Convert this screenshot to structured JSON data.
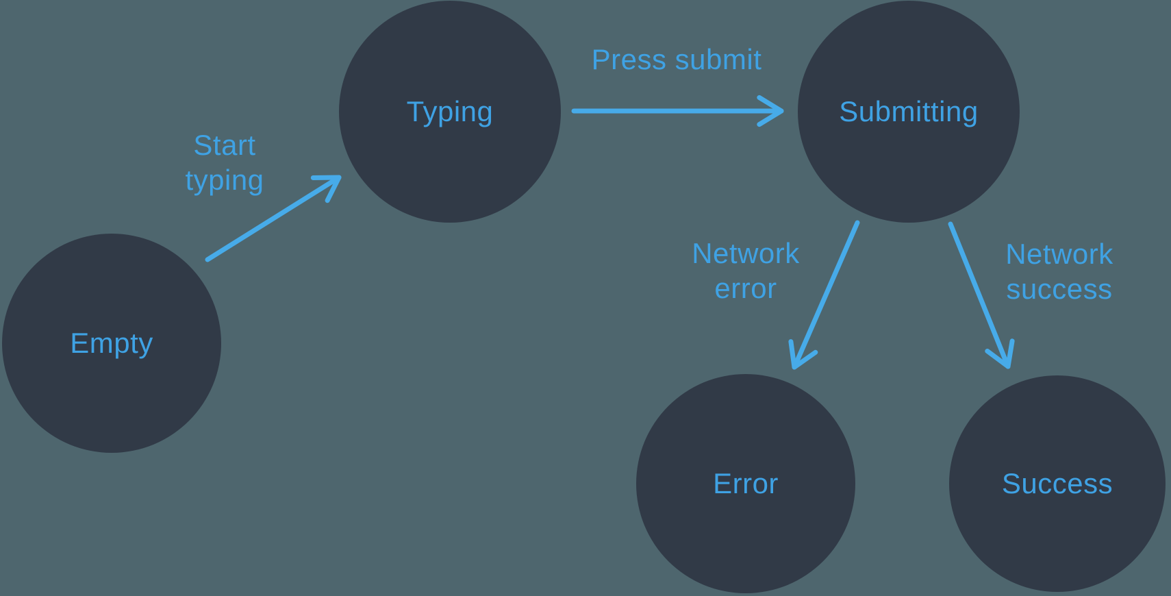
{
  "diagram": {
    "type": "state-machine",
    "colors": {
      "background": "#4e666e",
      "node_fill": "#313a47",
      "label_blue": "#3fa2e4",
      "arrow_blue": "#47abe9"
    },
    "nodes": [
      {
        "id": "empty",
        "label": "Empty"
      },
      {
        "id": "typing",
        "label": "Typing"
      },
      {
        "id": "submitting",
        "label": "Submitting"
      },
      {
        "id": "error",
        "label": "Error"
      },
      {
        "id": "success",
        "label": "Success"
      }
    ],
    "edges": [
      {
        "from": "Empty",
        "to": "Typing",
        "label": "Start typing",
        "label_lines": [
          "Start",
          "typing"
        ]
      },
      {
        "from": "Typing",
        "to": "Submitting",
        "label": "Press submit",
        "label_lines": [
          "Press submit"
        ]
      },
      {
        "from": "Submitting",
        "to": "Error",
        "label": "Network error",
        "label_lines": [
          "Network",
          "error"
        ]
      },
      {
        "from": "Submitting",
        "to": "Success",
        "label": "Network success",
        "label_lines": [
          "Network",
          "success"
        ]
      }
    ]
  }
}
